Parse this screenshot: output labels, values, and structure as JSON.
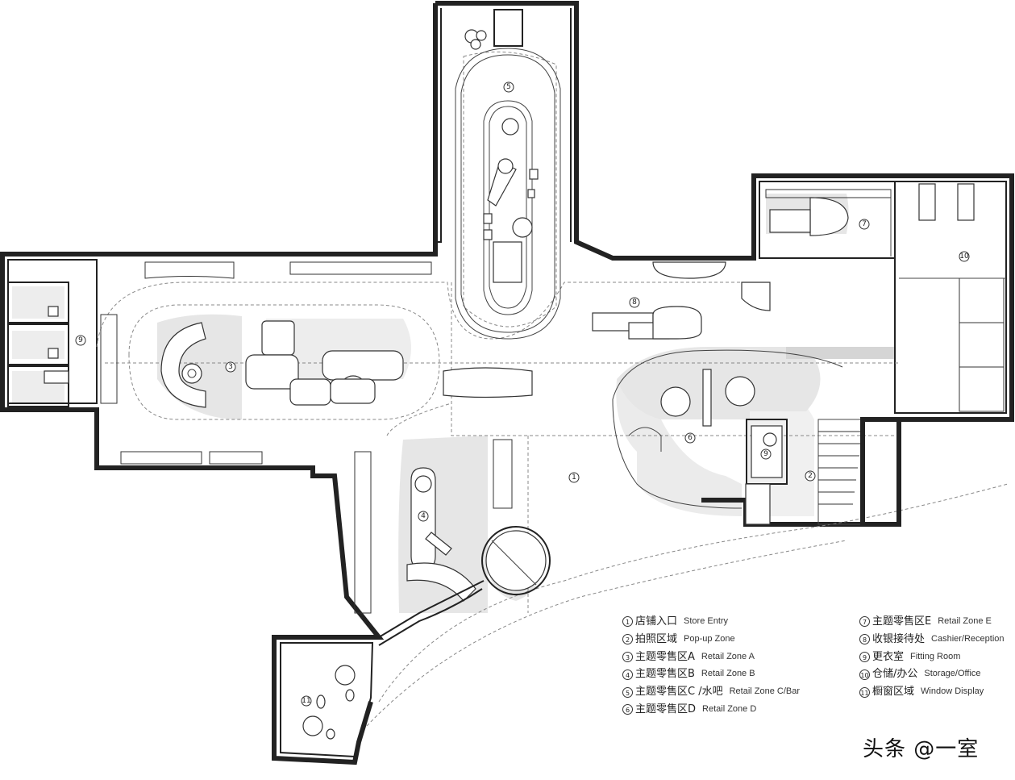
{
  "plan": {
    "zone_markers": [
      {
        "id": "zone-1",
        "num": "1"
      },
      {
        "id": "zone-2",
        "num": "2"
      },
      {
        "id": "zone-3",
        "num": "3"
      },
      {
        "id": "zone-4",
        "num": "4"
      },
      {
        "id": "zone-5",
        "num": "5"
      },
      {
        "id": "zone-6",
        "num": "6"
      },
      {
        "id": "zone-7",
        "num": "7"
      },
      {
        "id": "zone-8",
        "num": "8"
      },
      {
        "id": "zone-9a",
        "num": "9"
      },
      {
        "id": "zone-9b",
        "num": "9"
      },
      {
        "id": "zone-10",
        "num": "10"
      },
      {
        "id": "zone-11",
        "num": "11"
      }
    ]
  },
  "legend": {
    "left": [
      {
        "num": "1",
        "cn": "店铺入口",
        "en": "Store Entry"
      },
      {
        "num": "2",
        "cn": "拍照区域",
        "en": "Pop-up Zone"
      },
      {
        "num": "3",
        "cn": "主题零售区A",
        "en": "Retail Zone A"
      },
      {
        "num": "4",
        "cn": "主题零售区B",
        "en": "Retail Zone B"
      },
      {
        "num": "5",
        "cn": "主题零售区C /水吧",
        "en": "Retail Zone C/Bar"
      },
      {
        "num": "6",
        "cn": "主题零售区D",
        "en": "Retail Zone D"
      }
    ],
    "right": [
      {
        "num": "7",
        "cn": "主题零售区E",
        "en": "Retail Zone E"
      },
      {
        "num": "8",
        "cn": "收银接待处",
        "en": "Cashier/Reception"
      },
      {
        "num": "9",
        "cn": "更衣室",
        "en": "Fitting Room"
      },
      {
        "num": "10",
        "cn": "仓储/办公",
        "en": "Storage/Office"
      },
      {
        "num": "11",
        "cn": "橱窗区域",
        "en": "Window Display"
      }
    ]
  },
  "watermark": "头条 @一室"
}
